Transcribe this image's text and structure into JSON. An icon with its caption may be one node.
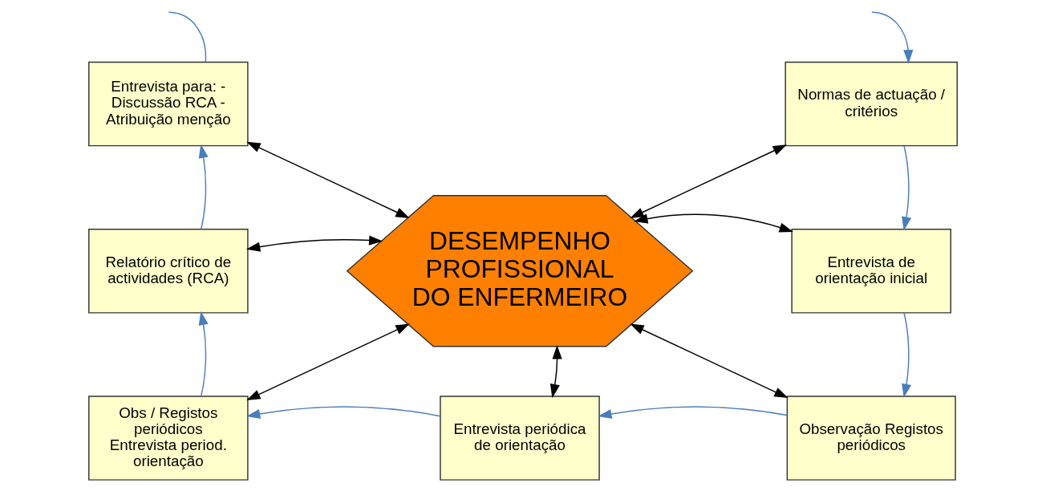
{
  "diagram": {
    "nodes": [
      {
        "text": [
          "DESEMPENHO PROFISSIONAL DO ENFERMEIRO"
        ]
      },
      {
        "text": [
          "Entrevista para: - Discussão RCA - Atribuição menção"
        ]
      },
      {
        "text": [
          "Normas de actuação / critérios"
        ]
      },
      {
        "text": [
          "Relatório crítico de actividades (RCA)"
        ]
      },
      {
        "text": [
          "Entrevista de orientação inicial"
        ]
      },
      {
        "text": [
          "Obs / Registos periódicos Entrevista period. orientação"
        ]
      },
      {
        "text": [
          "Entrevista periódica de orientação"
        ]
      },
      {
        "text": [
          "Observação Registos periódicos"
        ]
      }
    ],
    "edges": [
      {
        "from": 2,
        "to": 4,
        "arrow": "to"
      },
      {
        "from": 4,
        "to": 7,
        "arrow": "to"
      },
      {
        "from": 7,
        "to": 6,
        "arrow": "to"
      },
      {
        "from": 6,
        "to": 5,
        "arrow": "to"
      },
      {
        "from": 5,
        "to": 3,
        "arrow": "to"
      },
      {
        "from": 3,
        "to": 1,
        "arrow": "to"
      },
      {
        "from": 1,
        "to": null,
        "arrow": "none"
      },
      {
        "from": null,
        "to": 2,
        "arrow": "to"
      },
      {
        "from": 0,
        "to": 1,
        "arrow": "both",
        "color": "#000000"
      },
      {
        "from": 0,
        "to": 2,
        "arrow": "both",
        "color": "#000000"
      },
      {
        "from": 0,
        "to": 3,
        "arrow": "both",
        "color": "#000000"
      },
      {
        "from": 0,
        "to": 4,
        "arrow": "both",
        "color": "#000000"
      },
      {
        "from": 0,
        "to": 5,
        "arrow": "both",
        "color": "#000000"
      },
      {
        "from": 0,
        "to": 6,
        "arrow": "both",
        "color": "#000000"
      },
      {
        "from": 0,
        "to": 7,
        "arrow": "both",
        "color": "#000000"
      }
    ]
  }
}
